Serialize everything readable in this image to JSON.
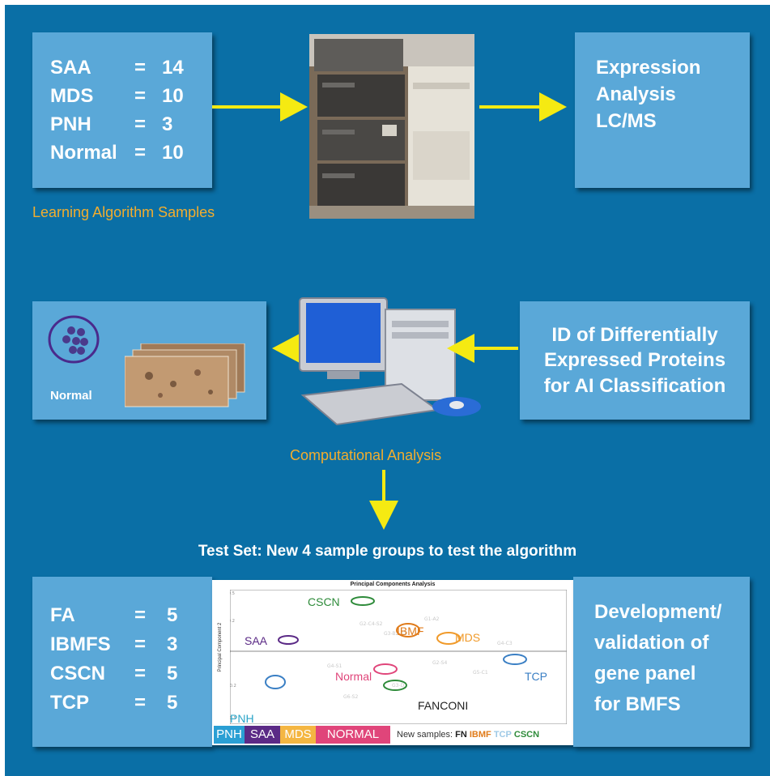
{
  "learning_samples": {
    "rows": [
      {
        "label": "SAA",
        "eq": "=",
        "value": "14"
      },
      {
        "label": "MDS",
        "eq": "=",
        "value": "10"
      },
      {
        "label": "PNH",
        "eq": "=",
        "value": "3"
      },
      {
        "label": "Normal",
        "eq": "=",
        "value": "10"
      }
    ],
    "caption": "Learning Algorithm Samples"
  },
  "expression_box": {
    "lines": [
      "Expression",
      "Analysis",
      "LC/MS"
    ]
  },
  "id_box": {
    "lines": [
      "ID of Differentially",
      "Expressed Proteins",
      "for AI Classification"
    ]
  },
  "normal_box": {
    "label": "Normal"
  },
  "computational_caption": "Computational Analysis",
  "test_set_heading": "Test Set: New 4 sample groups to test the algorithm",
  "test_samples": {
    "rows": [
      {
        "label": "FA",
        "eq": "=",
        "value": "5"
      },
      {
        "label": "IBMFS",
        "eq": "=",
        "value": "3"
      },
      {
        "label": "CSCN",
        "eq": "=",
        "value": "5"
      },
      {
        "label": "TCP",
        "eq": "=",
        "value": "5"
      }
    ]
  },
  "development_box": {
    "lines": [
      "Development/",
      "validation of",
      "gene panel",
      "for BMFS"
    ]
  },
  "pca_plot": {
    "title": "Principal Components Analysis",
    "ylabel": "Principal Component 2",
    "clusters": [
      {
        "label": "CSCN",
        "color": "#2e8b3a"
      },
      {
        "label": "IBMF",
        "color": "#e07b1a"
      },
      {
        "label": "MDS",
        "color": "#f09a2a"
      },
      {
        "label": "SAA",
        "color": "#5b2a86"
      },
      {
        "label": "Normal",
        "color": "#e0457a"
      },
      {
        "label": "TCP",
        "color": "#3a7fc4"
      },
      {
        "label": "FANCONI",
        "color": "#1f1f1f"
      },
      {
        "label": "PNH",
        "color": "#2aa5c8"
      }
    ],
    "legend_left": [
      {
        "label": "PNH",
        "bg": "#2a9fd4"
      },
      {
        "label": "SAA",
        "bg": "#5b2a86"
      },
      {
        "label": "MDS",
        "bg": "#f4b642"
      },
      {
        "label": "NORMAL",
        "bg": "#e0457a"
      }
    ],
    "legend_right": {
      "prefix": "New samples:",
      "items": [
        {
          "label": "FN",
          "color": "#1f1f1f"
        },
        {
          "label": "IBMF",
          "color": "#e07b1a"
        },
        {
          "label": "TCP",
          "color": "#9ec9e6"
        },
        {
          "label": "CSCN",
          "color": "#2e8b3a"
        }
      ]
    }
  },
  "colors": {
    "background": "#0a6fa6",
    "box": "#5aa8d8",
    "arrow": "#f5ea12",
    "caption": "#f2ad2e"
  }
}
